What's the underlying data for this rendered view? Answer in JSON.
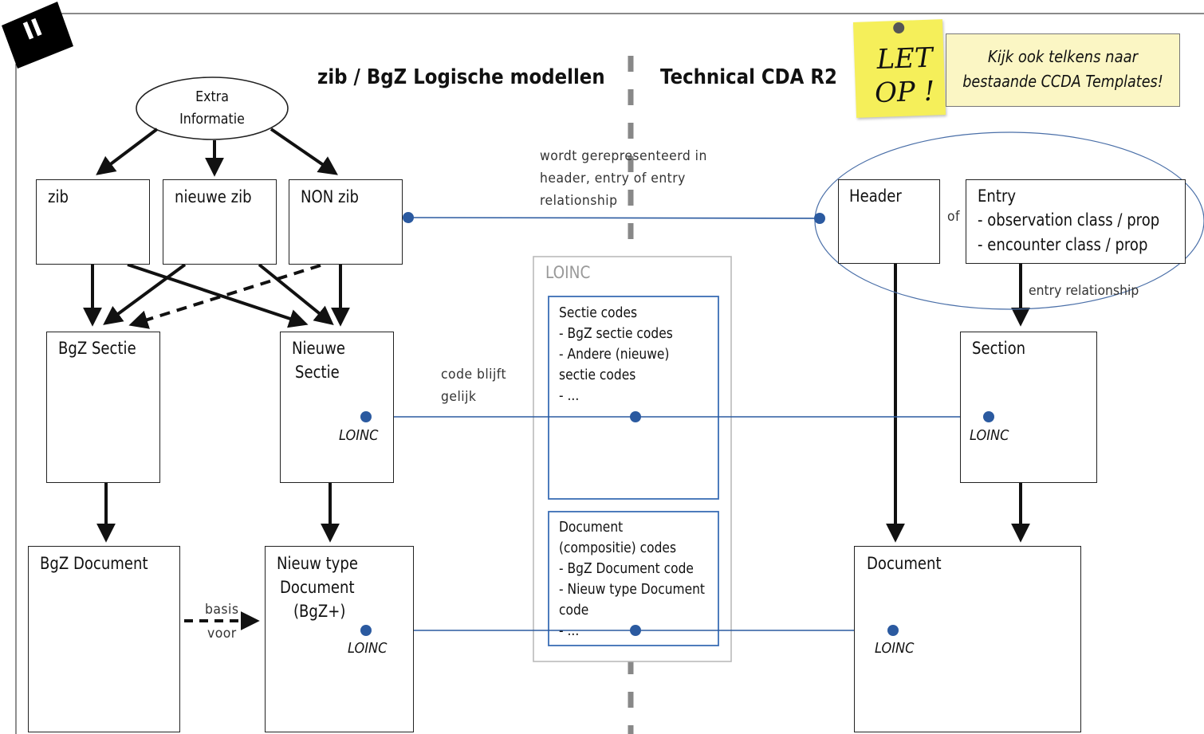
{
  "badge": "II",
  "titles": {
    "left": "zib / BgZ Logische modellen",
    "right": "Technical CDA R2"
  },
  "sticky": {
    "line1": "LET",
    "line2": "OP !",
    "color": "#f5ef5a"
  },
  "tip": {
    "line1": "Kijk ook telkens naar",
    "line2": "bestaande CCDA Templates!",
    "color": "#fbf6c4"
  },
  "extra_info": {
    "line1": "Extra",
    "line2": "Informatie"
  },
  "left_boxes": {
    "zib": "zib",
    "nieuwe_zib": "nieuwe zib",
    "non_zib": "NON zib",
    "bgz_sectie": "BgZ Sectie",
    "nieuwe_sectie_1": "Nieuwe",
    "nieuwe_sectie_2": "Sectie",
    "bgz_document": "BgZ Document",
    "nieuw_doc_1": "Nieuw type",
    "nieuw_doc_2": "Document",
    "nieuw_doc_3": "(BgZ+)"
  },
  "right_boxes": {
    "header": "Header",
    "of": "of",
    "entry_title": "Entry",
    "entry_line1": "- observation class / prop",
    "entry_line2": "- encounter class / prop",
    "entry_relationship": "entry relationship",
    "section": "Section",
    "document": "Document"
  },
  "loinc_label": "LOINC",
  "loinc_panel": {
    "title": "LOINC",
    "sectie_codes": [
      "Sectie codes",
      "- BgZ sectie codes",
      "- Andere (nieuwe)",
      "sectie codes",
      "- ..."
    ],
    "document_codes": [
      "Document",
      "(compositie) codes",
      "- BgZ Document code",
      "- Nieuw type Document",
      "code",
      "- ..."
    ]
  },
  "notes": {
    "represented_1": "wordt gerepresenteerd in",
    "represented_2": "header, entry of entry",
    "represented_3": "relationship",
    "code_1": "code blijft",
    "code_2": "gelijk",
    "basis_1": "basis",
    "basis_2": "voor"
  },
  "colors": {
    "connector": "#2b5aa0",
    "divider": "#888888",
    "panel_border": "#bbbbbb",
    "inner_border": "#3a6db5",
    "ellipse": "#4a6fa8"
  }
}
